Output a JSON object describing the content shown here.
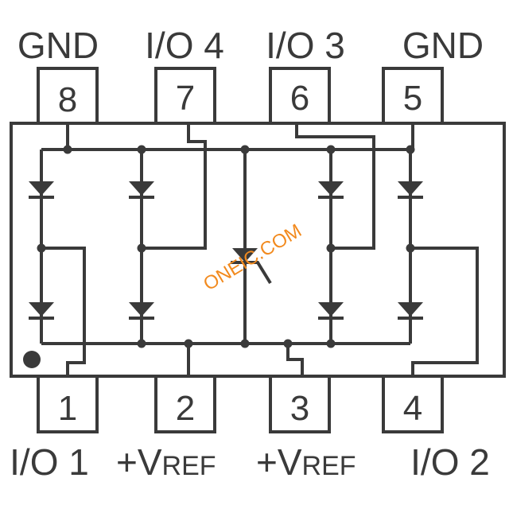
{
  "pins": {
    "top": [
      {
        "number": "8",
        "label": "GND"
      },
      {
        "number": "7",
        "label": "I/O 4"
      },
      {
        "number": "6",
        "label": "I/O 3"
      },
      {
        "number": "5",
        "label": "GND"
      }
    ],
    "bottom": [
      {
        "number": "1",
        "label": "I/O 1"
      },
      {
        "number": "2",
        "label_main": "+V",
        "label_sub": "REF"
      },
      {
        "number": "3",
        "label_main": "+V",
        "label_sub": "REF"
      },
      {
        "number": "4",
        "label": "I/O 2"
      }
    ]
  },
  "watermark": "ONEIC.COM",
  "colors": {
    "line": "#3a3a3a",
    "watermark": "#f28a1e",
    "background": "#ffffff"
  }
}
